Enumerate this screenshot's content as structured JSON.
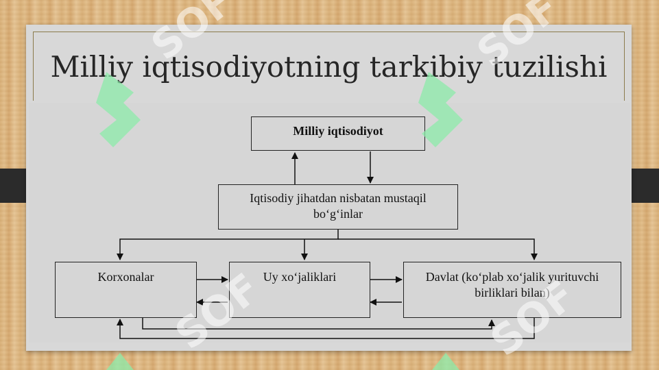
{
  "slide": {
    "title": "Milliy iqtisodiyotning tarkibiy tuzilishi"
  },
  "diagram": {
    "top_node": "Milliy iqtisodiyot",
    "middle_node": "Iqtisodiy jihatdan nisbatan mustaqil bo‘g‘inlar",
    "bottom_nodes": [
      "Korxonalar",
      "Uy xo‘jaliklari",
      "Davlat (ko‘plab xo‘jalik yurituvchi birliklari bilan)"
    ]
  },
  "watermark": {
    "text": "SOF"
  }
}
